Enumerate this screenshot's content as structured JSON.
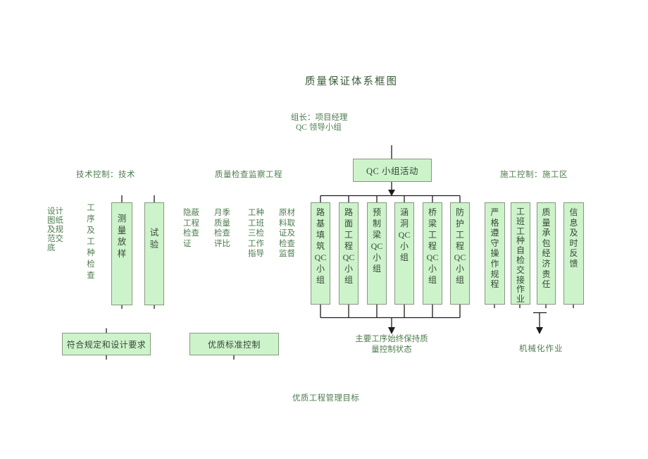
{
  "page": {
    "title": "质量保证体系框图",
    "leader_line1": "组长：项目经理",
    "leader_line2": "QC 领导小组",
    "goal": "优质工程管理目标"
  },
  "tech_section": {
    "header": "技术控制：技术",
    "label_design": "设计\n图纸\n及规\n范交\n底",
    "label_process": "工\n序\n及\n工\n种\n检\n查",
    "box_survey": "测\n量\n放\n样",
    "box_test": "试\n验",
    "result_box": "符合规定和设计要求"
  },
  "inspection_section": {
    "header": "质量检查监察工程",
    "label_hidden": "隐蔽\n工程\n检查\n证",
    "label_monthly": "月季\n质量\n检查\n评比",
    "label_threecheck": "工种\n工班\n三检\n工作\n指导",
    "label_material": "原材\n料取\n证及\n检查\n监督",
    "result_box": "优质标准控制"
  },
  "qc_section": {
    "activity_box": "QC 小组活动",
    "groups": [
      "路\n基\n填\n筑\nQC\n小\n组",
      "路\n面\n工\n程\nQC\n小\n组",
      "预\n制\n梁\nQC\n小\n组",
      "涵\n洞\nQC\n小\n组",
      "桥\n梁\n工\n程\nQC\n小\n组",
      "防\n护\n工\n程\nQC\n小\n组"
    ],
    "result": "主要工序始终保持质\n量控制状态"
  },
  "construction_section": {
    "header": "施工控制：施工区",
    "boxes": [
      "严\n格\n遵\n守\n操\n作\n规\n程",
      "工\n班\n工\n种\n自\n检\n交\n接\n作\n业",
      "质\n量\n承\n包\n经\n济\n责\n任",
      "信\n息\n及\n时\n反\n馈"
    ],
    "result": "机械化作业"
  },
  "colors": {
    "box_fill": "#cdf3cb",
    "box_border": "#86977f",
    "box_text": "#374737",
    "text_green": "#4e7c4e",
    "title_green": "#365a36",
    "line_black": "#1c1c1c"
  }
}
